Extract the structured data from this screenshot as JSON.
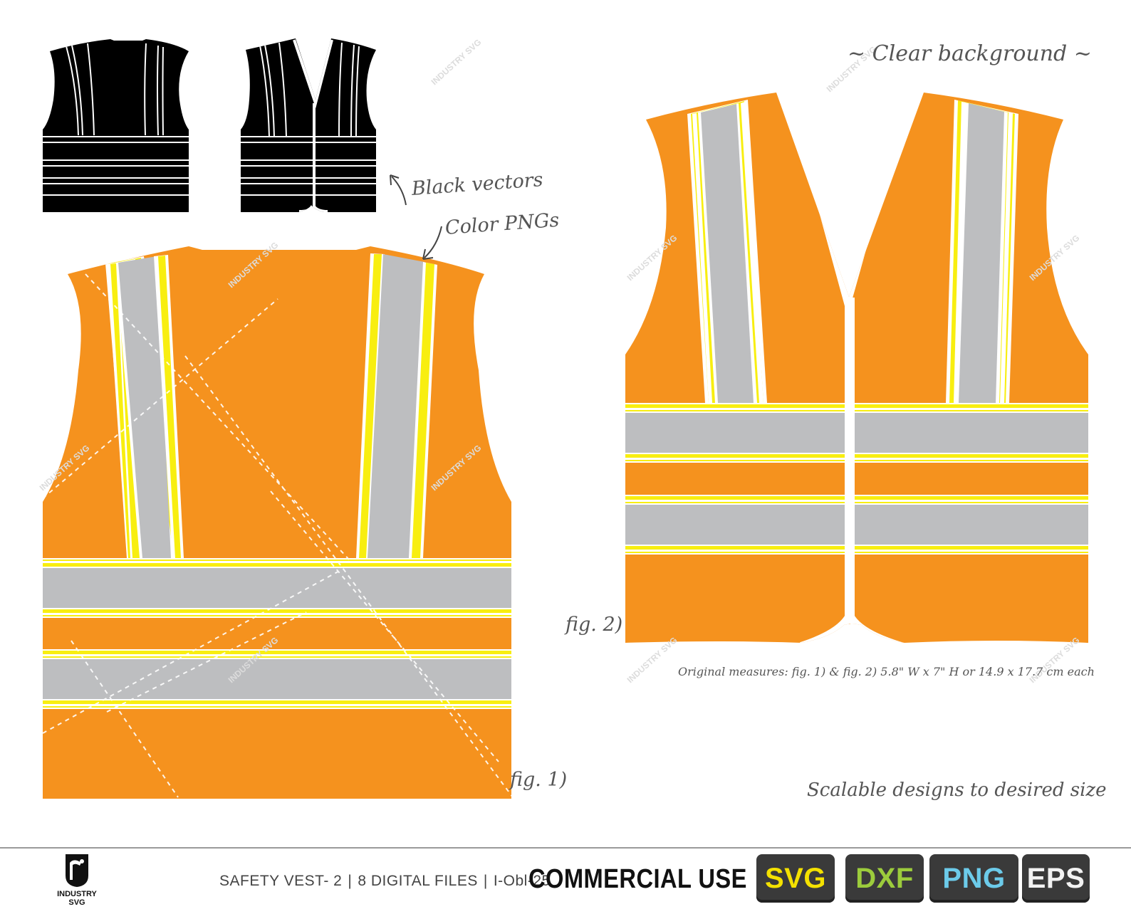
{
  "annotations": {
    "clear_background": "~ Clear background ~",
    "black_vectors": "Black vectors",
    "color_pngs": "Color PNGs",
    "fig1": "fig. 1)",
    "fig2": "fig. 2)",
    "measures": "Original measures: fig. 1) & fig. 2) 5.8\" W x 7\" H or 14.9 x 17.7 cm each",
    "scalable": "Scalable designs to desired size"
  },
  "watermark": "INDUSTRY SVG",
  "footer": {
    "brand": "INDUSTRY SVG",
    "product": "SAFETY VEST- 2",
    "files": "8 DIGITAL FILES",
    "code": "I-Obl-25",
    "license": "COMMERCIAL USE",
    "formats": [
      {
        "label": "SVG",
        "color": "#f4e100"
      },
      {
        "label": "DXF",
        "color": "#9ccc3c"
      },
      {
        "label": "PNG",
        "color": "#6ccbea"
      },
      {
        "label": "EPS",
        "color": "#f2f2f2"
      }
    ]
  },
  "colors": {
    "orange": "#f5921e",
    "reflective_gray": "#bdbec0",
    "yellow": "#f8ee10",
    "black": "#000000",
    "label_gray": "#555555"
  },
  "icons": [
    "arrow-up-left-icon",
    "arrow-down-left-icon",
    "industry-svg-logo-icon"
  ]
}
